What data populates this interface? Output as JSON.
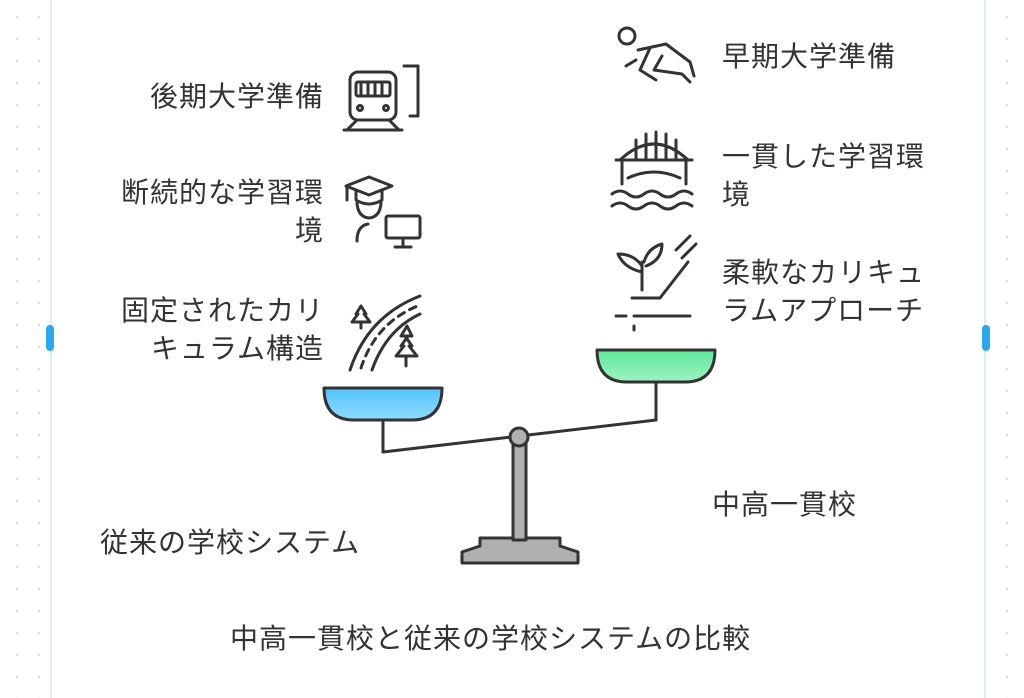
{
  "title": "中高一貫校と従来の学校システムの比較",
  "left_system": {
    "name": "従来の学校システム",
    "pan_color": "#52c3fb",
    "items": [
      {
        "label_lines": [
          "後期大学準備"
        ],
        "icon": "train-icon"
      },
      {
        "label_lines": [
          "断続的な学習環",
          "境"
        ],
        "icon": "graduate-computer-icon"
      },
      {
        "label_lines": [
          "固定されたカリ",
          "キュラム構造"
        ],
        "icon": "road-trees-icon"
      }
    ]
  },
  "right_system": {
    "name": "中高一貫校",
    "pan_color": "#5ee89a",
    "items": [
      {
        "label_lines": [
          "早期大学準備"
        ],
        "icon": "runner-icon"
      },
      {
        "label_lines": [
          "一貫した学習環",
          "境"
        ],
        "icon": "bridge-waves-icon"
      },
      {
        "label_lines": [
          "柔軟なカリキュ",
          "ラムアプローチ"
        ],
        "icon": "plant-hand-icon"
      }
    ]
  }
}
